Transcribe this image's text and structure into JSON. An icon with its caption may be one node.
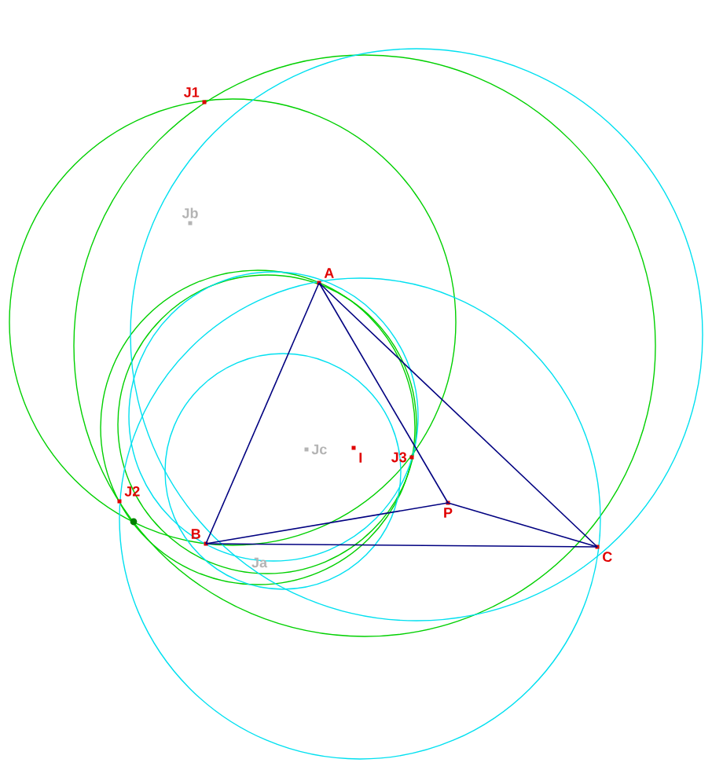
{
  "diagram": {
    "nodes": [
      {
        "text": [
          "J1"
        ]
      },
      {
        "text": [
          "Jb"
        ]
      },
      {
        "text": [
          "A"
        ]
      },
      {
        "text": [
          "Jc"
        ]
      },
      {
        "text": [
          "I"
        ]
      },
      {
        "text": [
          "J3"
        ]
      },
      {
        "text": [
          "J2"
        ]
      },
      {
        "text": [
          "B"
        ]
      },
      {
        "text": [
          "P"
        ]
      },
      {
        "text": [
          "Ja"
        ]
      },
      {
        "text": [
          "C"
        ]
      }
    ],
    "edges": [
      {
        "from": 2,
        "to": 7,
        "arrow": "none"
      },
      {
        "from": 7,
        "to": 10,
        "arrow": "none"
      },
      {
        "from": 10,
        "to": 2,
        "arrow": "none"
      },
      {
        "from": 2,
        "to": 8,
        "arrow": "none"
      },
      {
        "from": 7,
        "to": 8,
        "arrow": "none"
      },
      {
        "from": 10,
        "to": 8,
        "arrow": "none"
      }
    ]
  }
}
